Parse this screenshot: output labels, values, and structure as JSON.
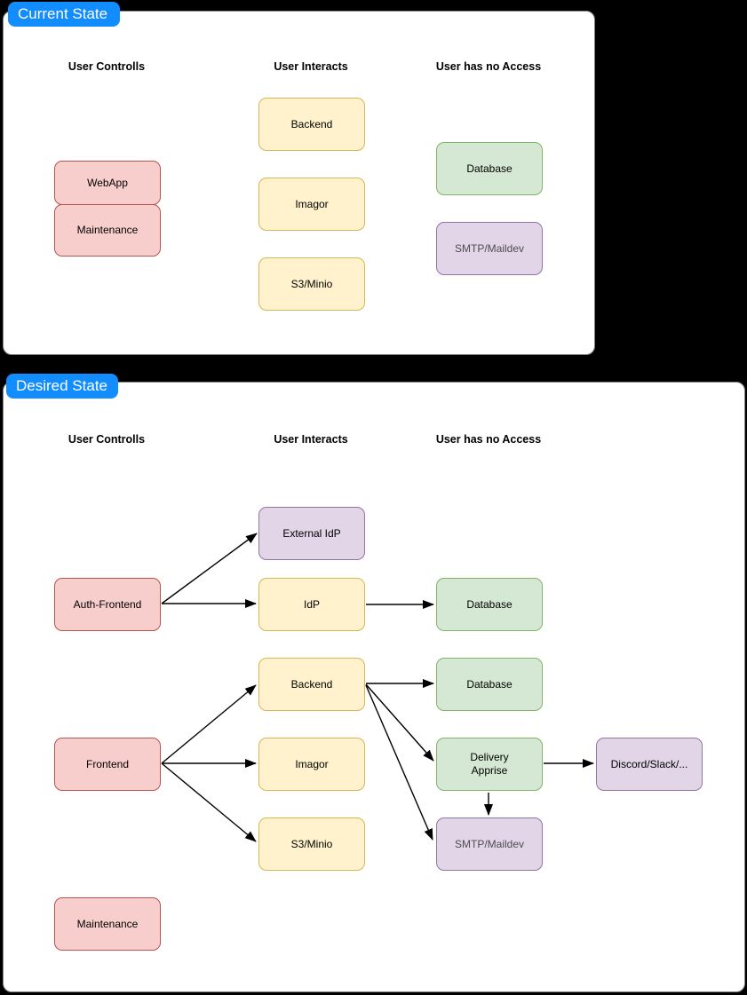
{
  "colors": {
    "background": "#000000",
    "panel_fill": "#ffffff",
    "panel_border": "#7f7f7f",
    "tab_blue": "#128dff",
    "tab_text": "#ffffff",
    "red_fill": "#f8cecc",
    "red_stroke": "#b85450",
    "yellow_fill": "#fff2cc",
    "yellow_stroke": "#d6b656",
    "green_fill": "#d5e8d4",
    "green_stroke": "#82b366",
    "purple_fill": "#e1d5e7",
    "purple_stroke": "#9673a6",
    "edge_color": "#000000",
    "smtp_text": "#4d4d4d"
  },
  "current": {
    "tab": "Current State",
    "columns": {
      "c1": "User Controlls",
      "c2": "User Interacts",
      "c3": "User has no Access"
    },
    "nodes": {
      "webapp": "WebApp",
      "maintenance": "Maintenance",
      "backend": "Backend",
      "imagor": "Imagor",
      "s3minio": "S3/Minio",
      "database": "Database",
      "smtp": "SMTP/Maildev"
    },
    "edges": []
  },
  "desired": {
    "tab": "Desired State",
    "columns": {
      "c1": "User Controlls",
      "c2": "User Interacts",
      "c3": "User has no Access"
    },
    "nodes": {
      "external_idp": "External IdP",
      "auth_frontend": "Auth-Frontend",
      "idp": "IdP",
      "database1": "Database",
      "backend": "Backend",
      "database2": "Database",
      "frontend": "Frontend",
      "imagor": "Imagor",
      "delivery_apprise": "Delivery\nApprise",
      "discord": "Discord/Slack/...",
      "s3minio": "S3/Minio",
      "smtp": "SMTP/Maildev",
      "maintenance": "Maintenance"
    },
    "edges": [
      {
        "from": "auth_frontend",
        "to": "external_idp"
      },
      {
        "from": "auth_frontend",
        "to": "idp"
      },
      {
        "from": "idp",
        "to": "database1"
      },
      {
        "from": "frontend",
        "to": "backend"
      },
      {
        "from": "frontend",
        "to": "imagor"
      },
      {
        "from": "frontend",
        "to": "s3minio"
      },
      {
        "from": "backend",
        "to": "database2"
      },
      {
        "from": "backend",
        "to": "delivery_apprise"
      },
      {
        "from": "backend",
        "to": "smtp"
      },
      {
        "from": "delivery_apprise",
        "to": "smtp"
      },
      {
        "from": "delivery_apprise",
        "to": "discord"
      }
    ]
  }
}
